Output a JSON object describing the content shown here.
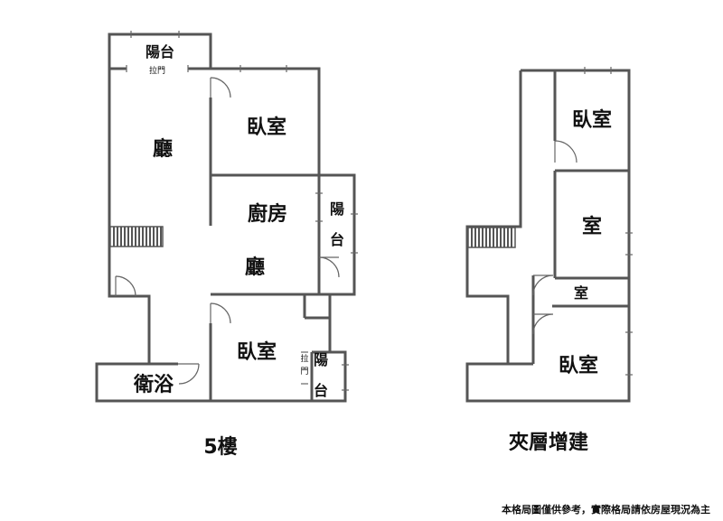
{
  "floor_5": {
    "caption": "5樓",
    "rooms": {
      "balcony_top": "陽台",
      "sliding_door_top": "拉門",
      "living_main": "廳",
      "bedroom_top": "臥室",
      "kitchen": "廚房",
      "balcony_right_char1": "陽",
      "balcony_right_char2": "台",
      "living_center": "廳",
      "bedroom_bottom": "臥室",
      "sliding_door_bottom_char1": "拉",
      "sliding_door_bottom_char2": "門",
      "balcony_bottom_char1": "陽",
      "balcony_bottom_char2": "台",
      "bathroom": "衛浴"
    }
  },
  "mezzanine": {
    "caption": "夾層增建",
    "rooms": {
      "bedroom_top": "臥室",
      "room_middle": "室",
      "room_small": "室",
      "bedroom_bottom": "臥室"
    }
  },
  "disclaimer": "本格局圖僅供參考，實際格局請依房屋現況為主"
}
